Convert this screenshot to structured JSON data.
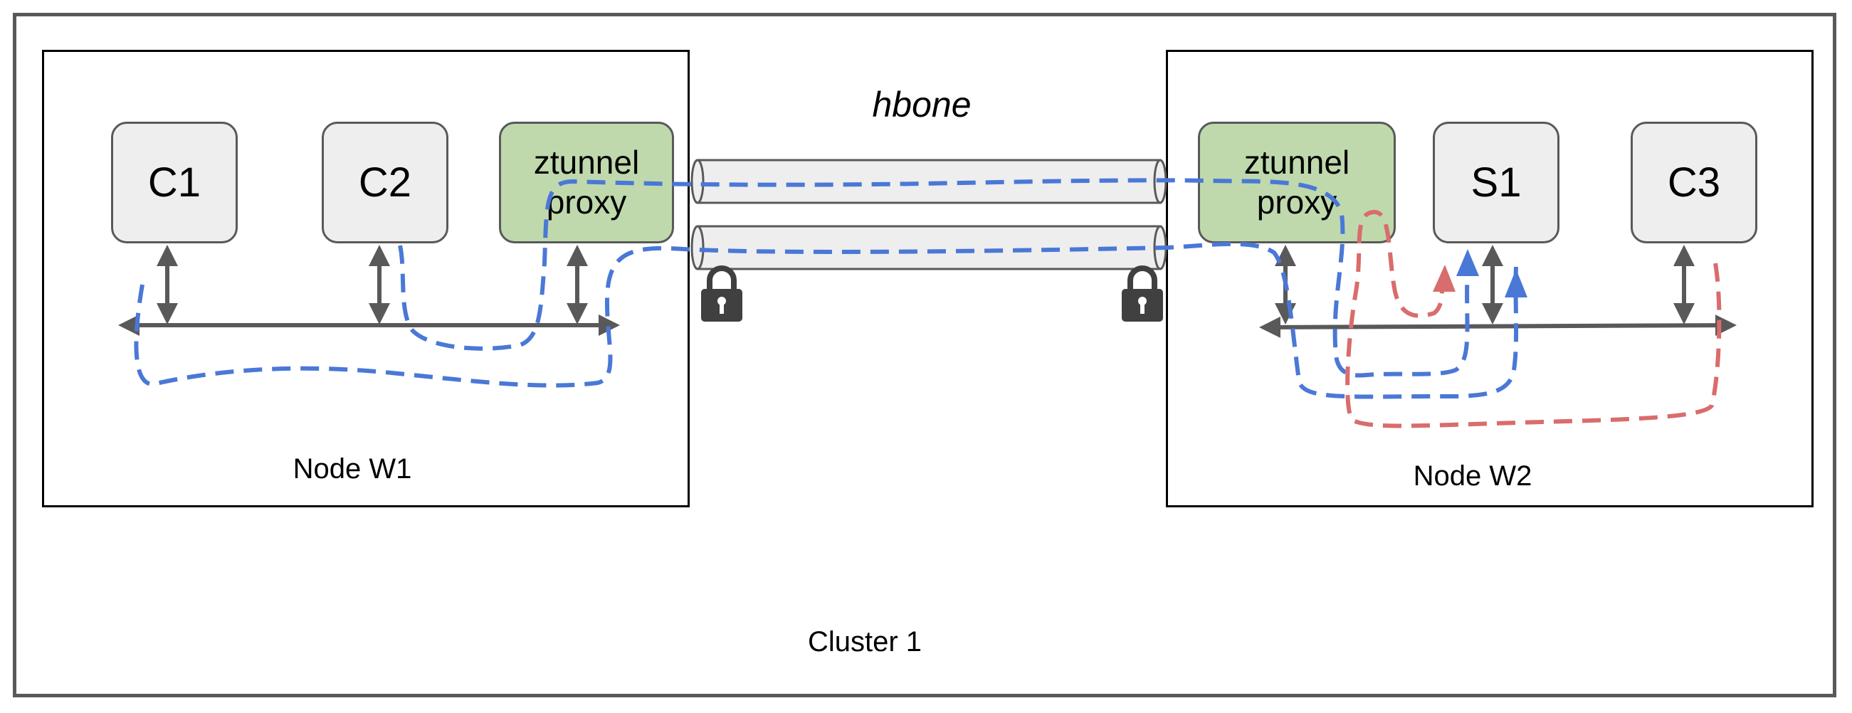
{
  "cluster": {
    "label": "Cluster 1"
  },
  "tunnel": {
    "label": "hbone"
  },
  "node_w1": {
    "label": "Node W1",
    "boxes": {
      "c1": "C1",
      "c2": "C2",
      "proxy": "ztunnel\nproxy"
    }
  },
  "node_w2": {
    "label": "Node W2",
    "boxes": {
      "proxy": "ztunnel\nproxy",
      "s1": "S1",
      "c3": "C3"
    }
  },
  "colors": {
    "frame": "#595959",
    "box_fill": "#eeeeee",
    "proxy_fill": "#bfd9ad",
    "arrow": "#595959",
    "flow_blue": "#4a78d6",
    "flow_red": "#d96c6c",
    "lock": "#404040"
  }
}
